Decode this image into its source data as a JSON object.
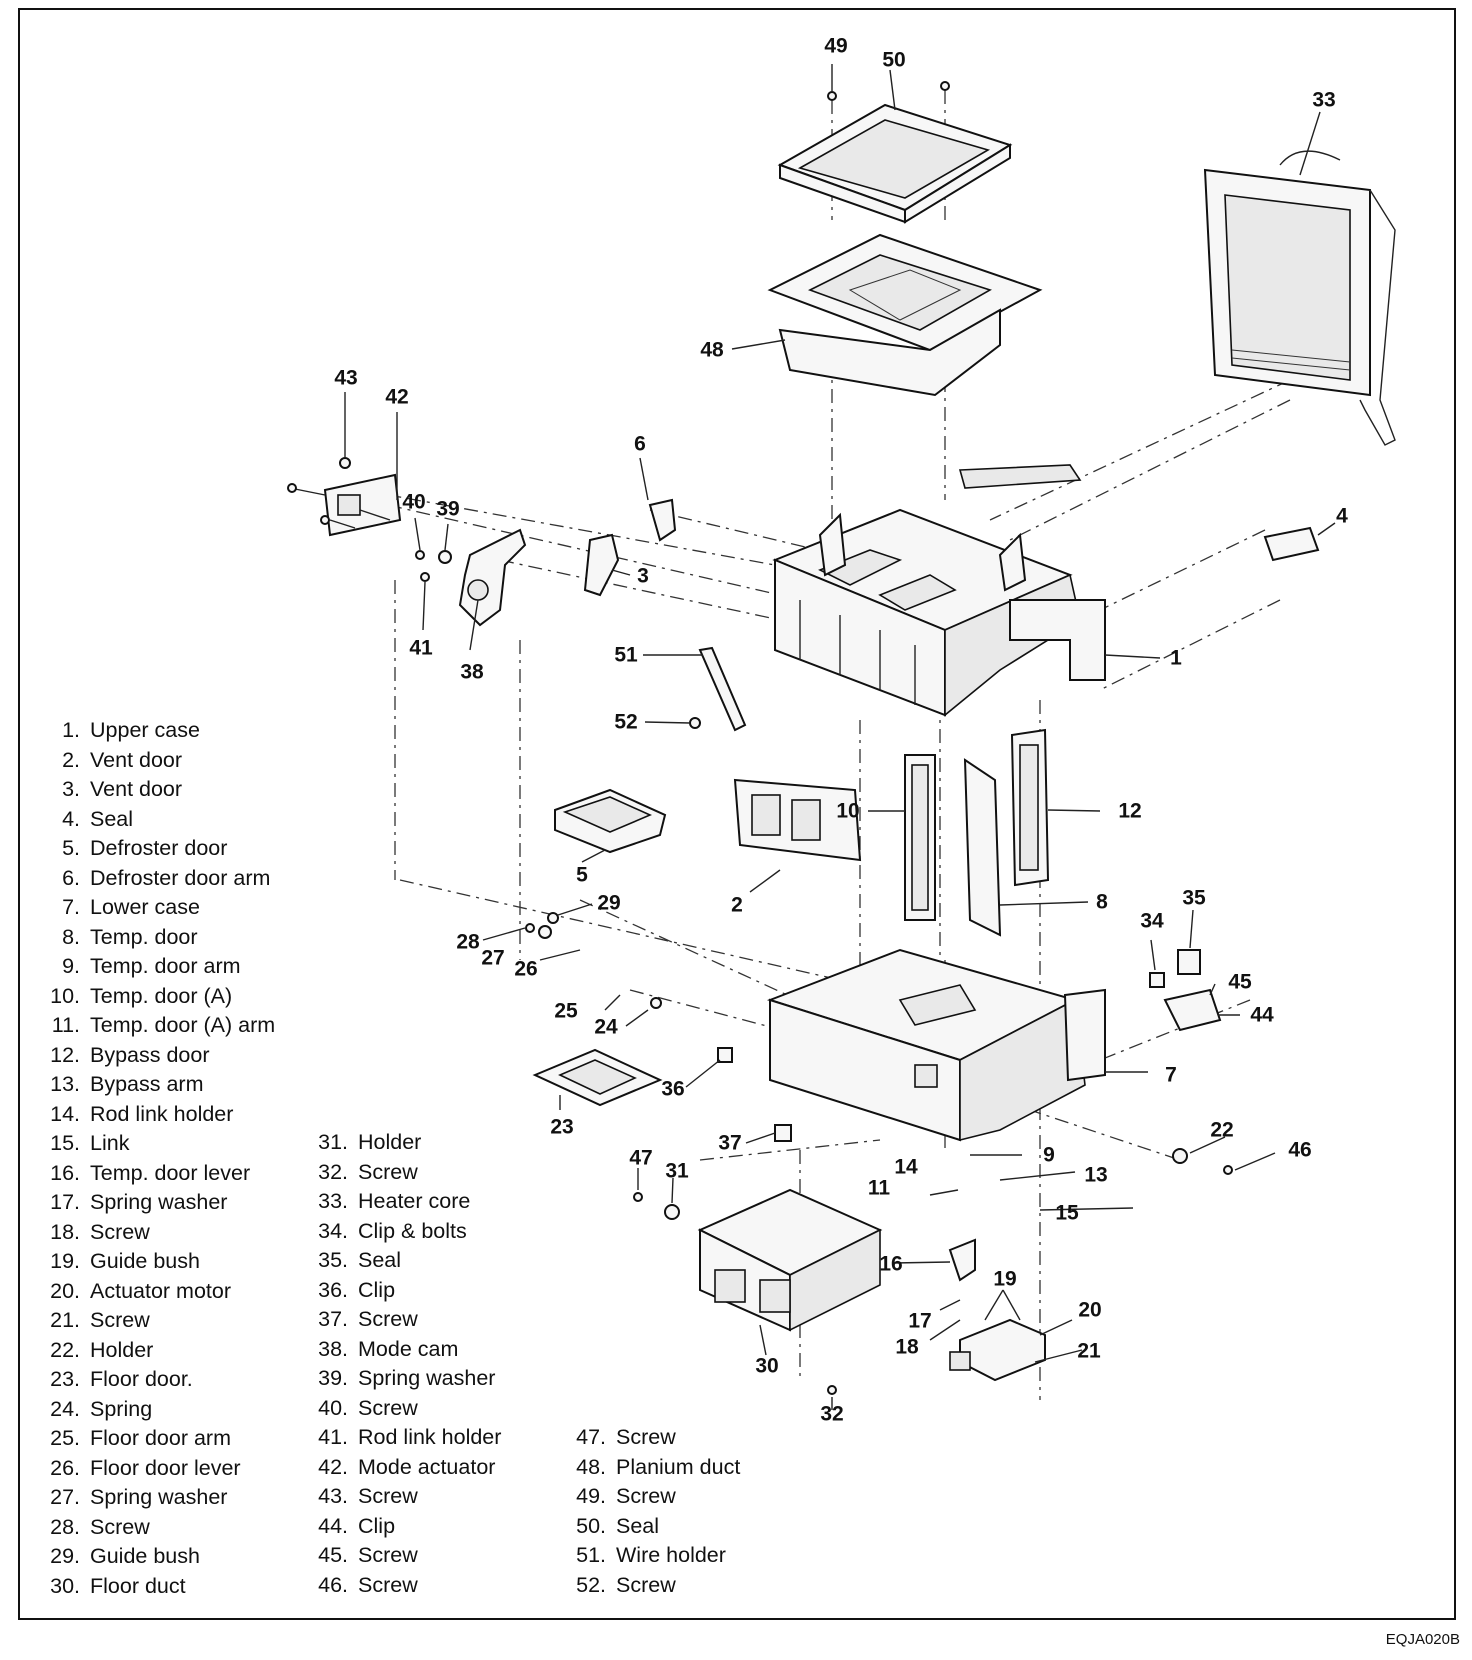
{
  "callouts": [
    "49",
    "50",
    "33",
    "48",
    "43",
    "42",
    "6",
    "40",
    "39",
    "4",
    "3",
    "1",
    "41",
    "38",
    "51",
    "52",
    "10",
    "12",
    "5",
    "2",
    "8",
    "29",
    "35",
    "28",
    "27",
    "26",
    "34",
    "45",
    "25",
    "24",
    "44",
    "7",
    "36",
    "23",
    "22",
    "37",
    "9",
    "46",
    "47",
    "31",
    "14",
    "13",
    "11",
    "15",
    "16",
    "19",
    "20",
    "17",
    "18",
    "21",
    "30",
    "32"
  ],
  "legend": {
    "col1": [
      {
        "num": "1.",
        "label": "Upper case"
      },
      {
        "num": "2.",
        "label": "Vent door"
      },
      {
        "num": "3.",
        "label": "Vent door"
      },
      {
        "num": "4.",
        "label": "Seal"
      },
      {
        "num": "5.",
        "label": "Defroster door"
      },
      {
        "num": "6.",
        "label": "Defroster door arm"
      },
      {
        "num": "7.",
        "label": "Lower case"
      },
      {
        "num": "8.",
        "label": "Temp. door"
      },
      {
        "num": "9.",
        "label": "Temp. door arm"
      },
      {
        "num": "10.",
        "label": "Temp. door (A)"
      },
      {
        "num": "11.",
        "label": "Temp. door (A) arm"
      },
      {
        "num": "12.",
        "label": "Bypass door"
      },
      {
        "num": "13.",
        "label": "Bypass arm"
      },
      {
        "num": "14.",
        "label": "Rod link holder"
      },
      {
        "num": "15.",
        "label": "Link"
      },
      {
        "num": "16.",
        "label": "Temp. door lever"
      },
      {
        "num": "17.",
        "label": "Spring washer"
      },
      {
        "num": "18.",
        "label": "Screw"
      },
      {
        "num": "19.",
        "label": "Guide bush"
      },
      {
        "num": "20.",
        "label": "Actuator motor"
      },
      {
        "num": "21.",
        "label": "Screw"
      },
      {
        "num": "22.",
        "label": "Holder"
      },
      {
        "num": "23.",
        "label": "Floor door."
      },
      {
        "num": "24.",
        "label": "Spring"
      },
      {
        "num": "25.",
        "label": "Floor door arm"
      },
      {
        "num": "26.",
        "label": "Floor door lever"
      },
      {
        "num": "27.",
        "label": "Spring washer"
      },
      {
        "num": "28.",
        "label": "Screw"
      },
      {
        "num": "29.",
        "label": "Guide bush"
      },
      {
        "num": "30.",
        "label": "Floor duct"
      }
    ],
    "col2": [
      {
        "num": "31.",
        "label": "Holder"
      },
      {
        "num": "32.",
        "label": "Screw"
      },
      {
        "num": "33.",
        "label": "Heater core"
      },
      {
        "num": "34.",
        "label": "Clip & bolts"
      },
      {
        "num": "35.",
        "label": "Seal"
      },
      {
        "num": "36.",
        "label": "Clip"
      },
      {
        "num": "37.",
        "label": "Screw"
      },
      {
        "num": "38.",
        "label": "Mode cam"
      },
      {
        "num": "39.",
        "label": "Spring washer"
      },
      {
        "num": "40.",
        "label": "Screw"
      },
      {
        "num": "41.",
        "label": "Rod link holder"
      },
      {
        "num": "42.",
        "label": "Mode actuator"
      },
      {
        "num": "43.",
        "label": "Screw"
      },
      {
        "num": "44.",
        "label": "Clip"
      },
      {
        "num": "45.",
        "label": "Screw"
      },
      {
        "num": "46.",
        "label": "Screw"
      }
    ],
    "col3": [
      {
        "num": "47.",
        "label": "Screw"
      },
      {
        "num": "48.",
        "label": "Planium duct"
      },
      {
        "num": "49.",
        "label": "Screw"
      },
      {
        "num": "50.",
        "label": "Seal"
      },
      {
        "num": "51.",
        "label": "Wire holder"
      },
      {
        "num": "52.",
        "label": "Screw"
      }
    ]
  },
  "figure_code": "EQJA020B"
}
